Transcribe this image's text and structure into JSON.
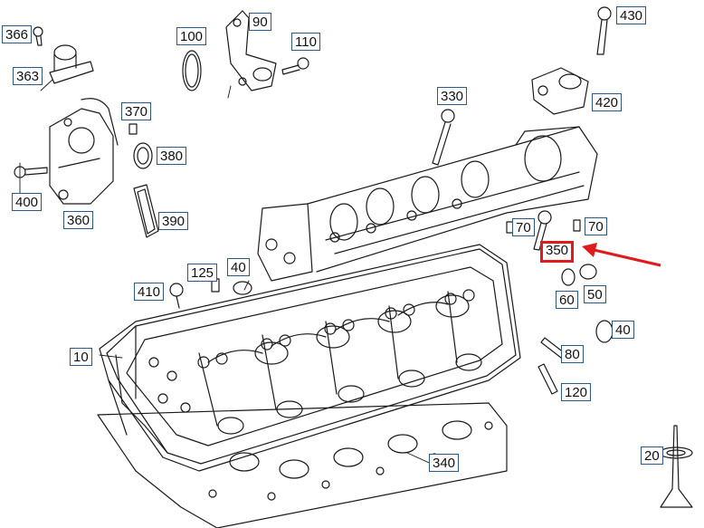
{
  "labels": {
    "p366": "366",
    "p363": "363",
    "p100": "100",
    "p90": "90",
    "p110": "110",
    "p430": "430",
    "p420": "420",
    "p370": "370",
    "p380": "380",
    "p390": "390",
    "p400": "400",
    "p360": "360",
    "p330": "330",
    "p70a": "70",
    "p70b": "70",
    "p350": "350",
    "p125": "125",
    "p40a": "40",
    "p410": "410",
    "p60": "60",
    "p50": "50",
    "p40b": "40",
    "p10": "10",
    "p80": "80",
    "p120": "120",
    "p340": "340",
    "p20": "20"
  },
  "highlight": {
    "part": "350",
    "color": "#e01b1b"
  },
  "colors": {
    "label_border": "#2a5a8c",
    "line_art": "#1a1a1a",
    "arrow": "#e01b1b"
  }
}
